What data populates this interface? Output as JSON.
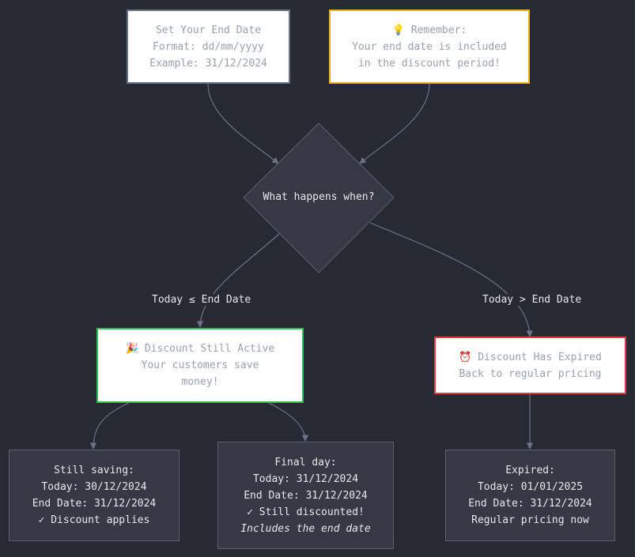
{
  "nodes": {
    "set_end_date": {
      "lines": [
        "Set Your End Date",
        "Format: dd/mm/yyyy",
        "Example: 31/12/2024"
      ]
    },
    "remember": {
      "icon": "💡",
      "title": "Remember:",
      "lines": [
        "Your end date is included",
        "in the discount period!"
      ]
    },
    "decision": {
      "text": "What happens when?"
    },
    "active": {
      "icon": "🎉",
      "title": "Discount Still Active",
      "lines": [
        "Your customers save",
        "money!"
      ]
    },
    "expired": {
      "icon": "⏰",
      "title": "Discount Has Expired",
      "lines": [
        "Back to regular pricing"
      ]
    },
    "still_saving": {
      "lines": [
        "Still saving:",
        "Today: 30/12/2024",
        "End Date: 31/12/2024",
        "✓ Discount applies"
      ]
    },
    "final_day": {
      "lines": [
        "Final day:",
        "Today: 31/12/2024",
        "End Date: 31/12/2024",
        "✓ Still discounted!"
      ],
      "italic_line": "Includes the end date"
    },
    "expired_example": {
      "lines": [
        "Expired:",
        "Today: 01/01/2025",
        "End Date: 31/12/2024",
        "Regular pricing now"
      ]
    }
  },
  "edges": {
    "left_label": "Today ≤ End Date",
    "right_label": "Today > End Date"
  },
  "colors": {
    "background": "#272a33",
    "edge": "#6b7386",
    "yellow": "#e2b714",
    "green": "#2fbf4f",
    "red": "#d94141"
  }
}
